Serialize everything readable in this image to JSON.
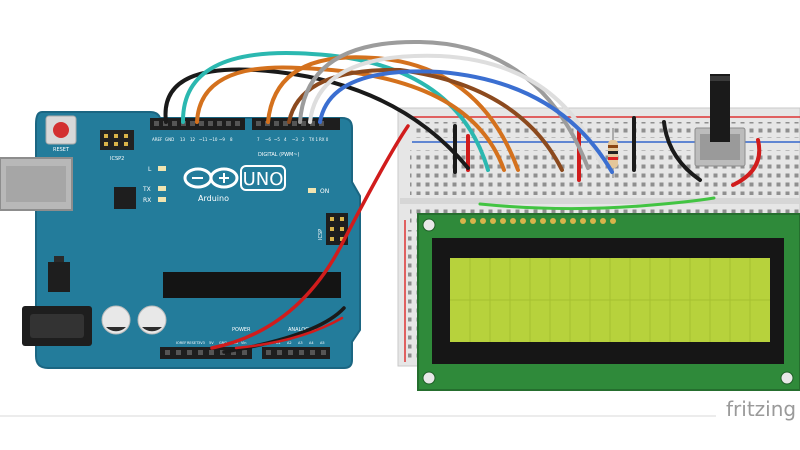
{
  "board": {
    "name": "UNO",
    "brand": "Arduino",
    "reset_label": "RESET",
    "icsp2_label": "ICSP2",
    "icsp_label": "ICSP",
    "aref_label": "AREF",
    "gnd_label": "GND",
    "digital_label": "DIGITAL (PWM~)",
    "power_label": "POWER",
    "analog_label": "ANALOG IN",
    "l_label": "L",
    "tx_label": "TX",
    "rx_label": "RX",
    "on_label": "ON",
    "digital_pins_left": [
      "13",
      "12",
      "~11",
      "~10",
      "~9",
      "8"
    ],
    "digital_pins_right": [
      "7",
      "~6",
      "~5",
      "4",
      "~3",
      "2",
      "TX 1",
      "RX 0"
    ],
    "power_pins": [
      "IOREF",
      "RESET",
      "3V3",
      "5V",
      "GND",
      "GND",
      "Vin"
    ],
    "analog_pins": [
      "A0",
      "A1",
      "A2",
      "A3",
      "A4",
      "A5"
    ]
  },
  "lcd": {
    "type": "16x2 LCD"
  },
  "watermark": "fritzing",
  "colors": {
    "pcb": "#237c9b",
    "pcb_dark": "#1b6682",
    "lcd_pcb": "#2f8a3a",
    "lcd_screen": "#b7d23c",
    "wire_black": "#1a1a1a",
    "wire_red": "#d11c1c",
    "wire_cyan": "#2bb8b0",
    "wire_orange": "#d4711d",
    "wire_brown": "#8c4a1e",
    "wire_gray": "#9c9c9c",
    "wire_white": "#dedede",
    "wire_blue": "#3b6fd1",
    "wire_green": "#42c442"
  }
}
